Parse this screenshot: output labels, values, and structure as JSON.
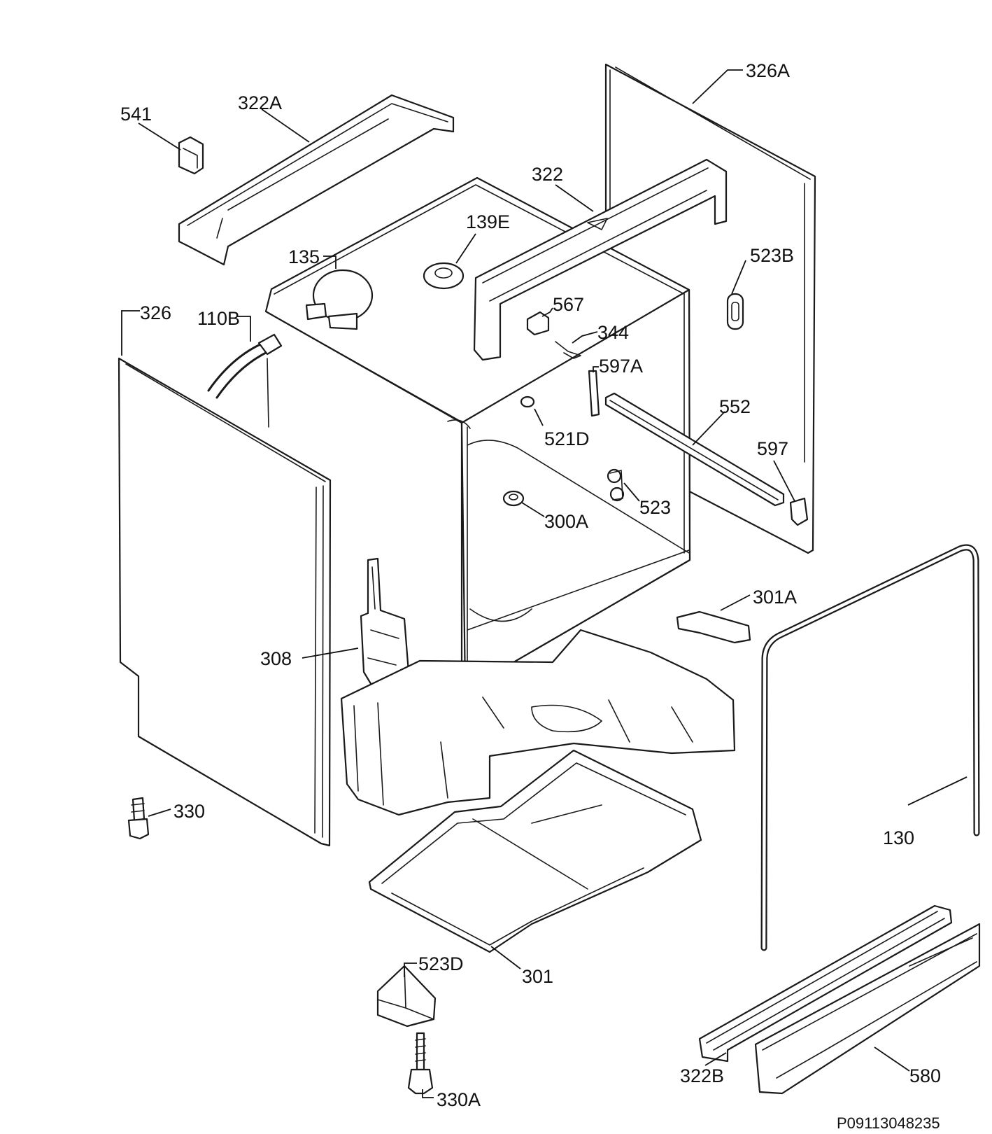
{
  "labels": {
    "l541": "541",
    "l322A": "322A",
    "l326A": "326A",
    "l322": "322",
    "l139E": "139E",
    "l135": "135",
    "l523B": "523B",
    "l567": "567",
    "l326": "326",
    "l110B": "110B",
    "l344": "344",
    "l597A": "597A",
    "l552": "552",
    "l521D": "521D",
    "l597": "597",
    "l523": "523",
    "l300A": "300A",
    "l301A": "301A",
    "l308": "308",
    "l330": "330",
    "l130": "130",
    "l523D": "523D",
    "l301": "301",
    "l322B": "322B",
    "l580": "580",
    "l330A": "330A"
  },
  "drawing_code": "P09113048235"
}
